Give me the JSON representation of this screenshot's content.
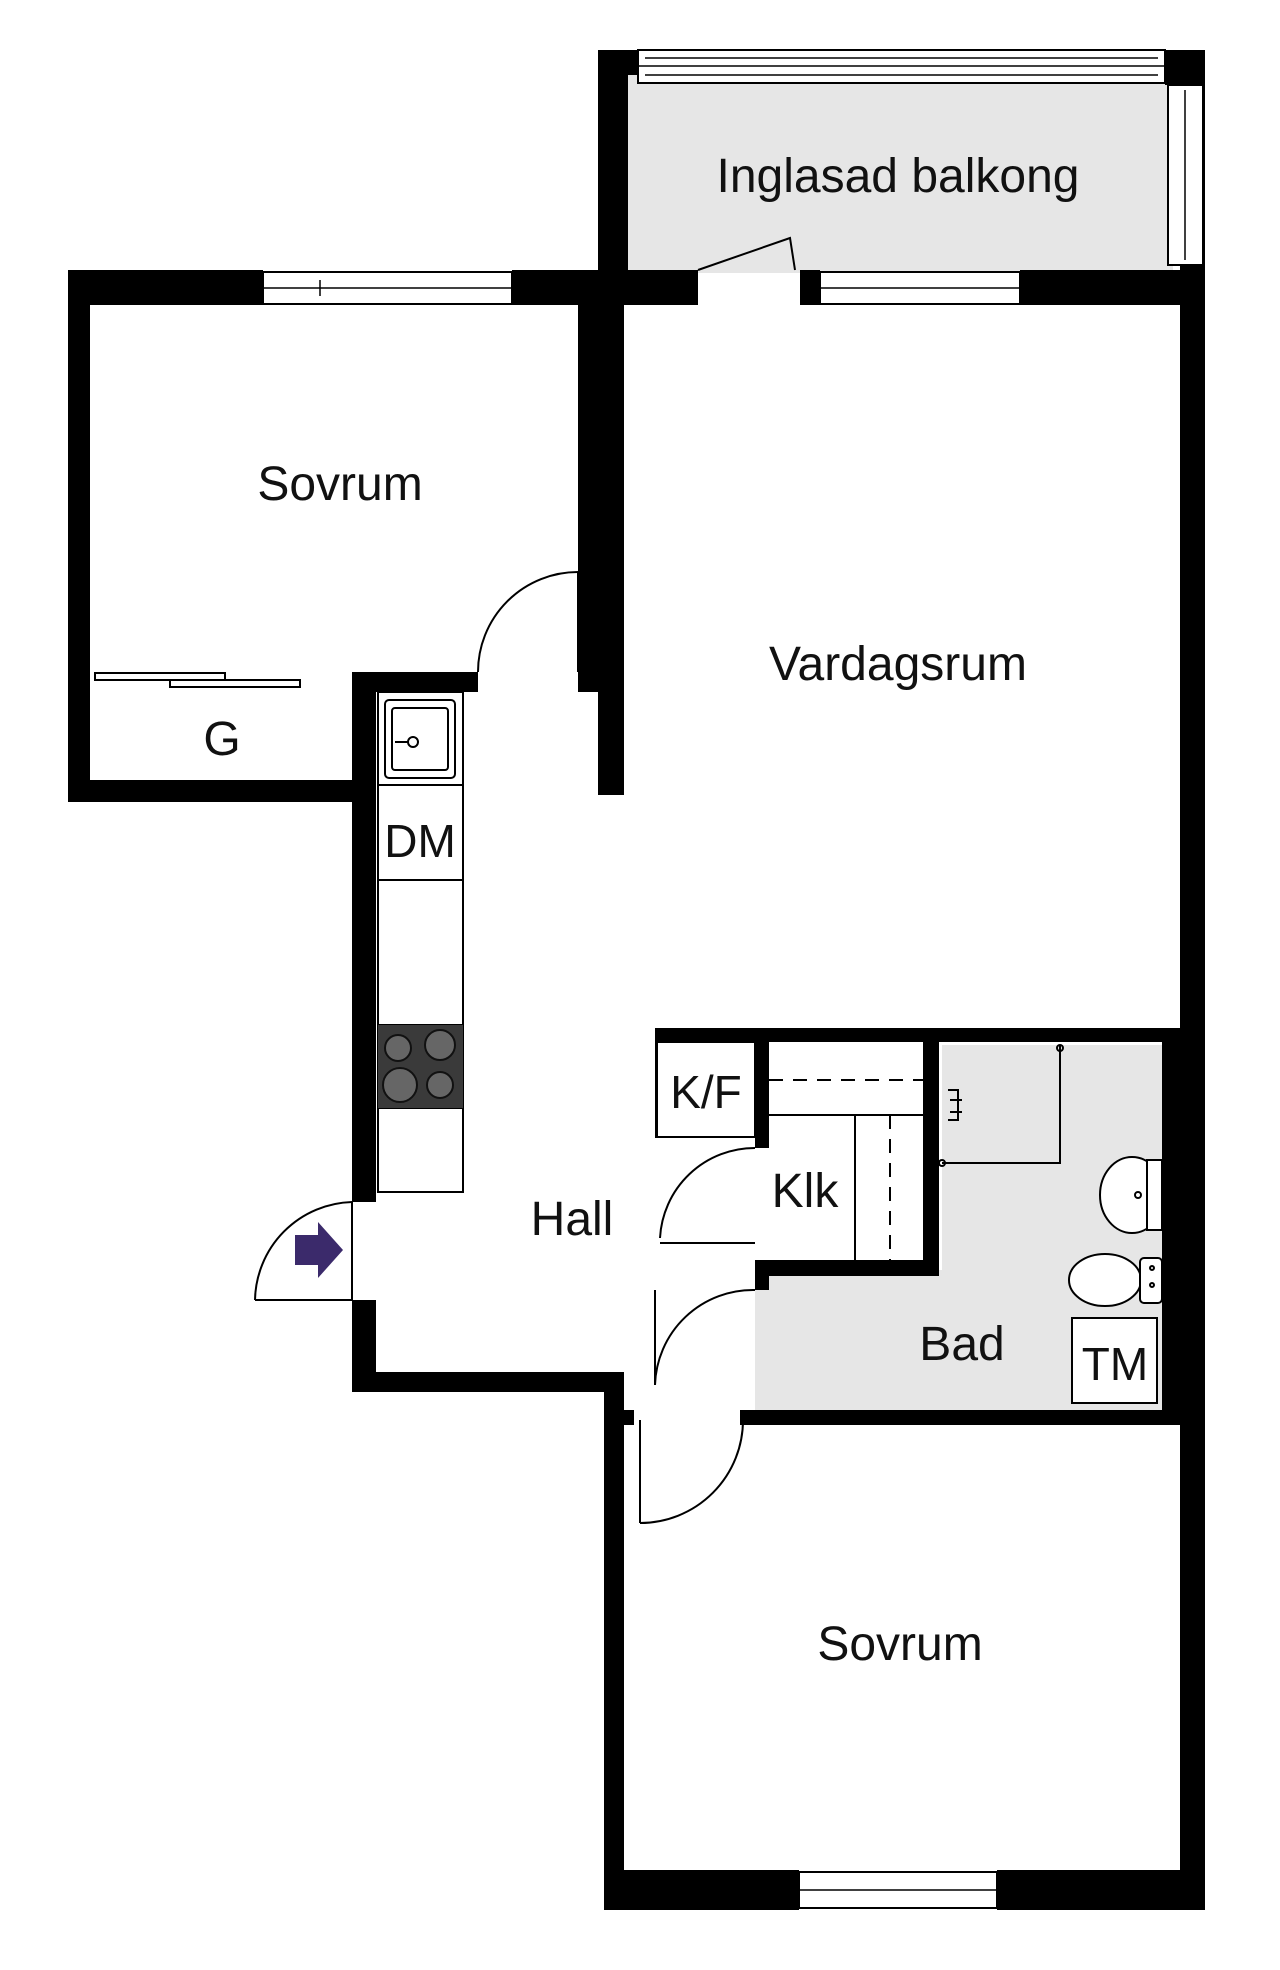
{
  "rooms": {
    "balcony": "Inglasad balkong",
    "bedroom_top": "Sovrum",
    "living": "Vardagsrum",
    "wardrobe": "G",
    "hall": "Hall",
    "closet": "Klk",
    "bath": "Bad",
    "bedroom_bottom": "Sovrum"
  },
  "fixtures": {
    "dishwasher": "DM",
    "fridge_freezer": "K/F",
    "dryer": "TM"
  },
  "colors": {
    "wall": "#000000",
    "wet_room_floor": "#e6e6e6",
    "entrance_arrow": "#3b2a6b"
  },
  "icons": {
    "entrance": "entrance-arrow-icon",
    "sink": "kitchen-sink-icon",
    "stove": "stove-icon",
    "toilet": "toilet-icon",
    "washbasin": "washbasin-icon",
    "shower": "shower-icon"
  }
}
